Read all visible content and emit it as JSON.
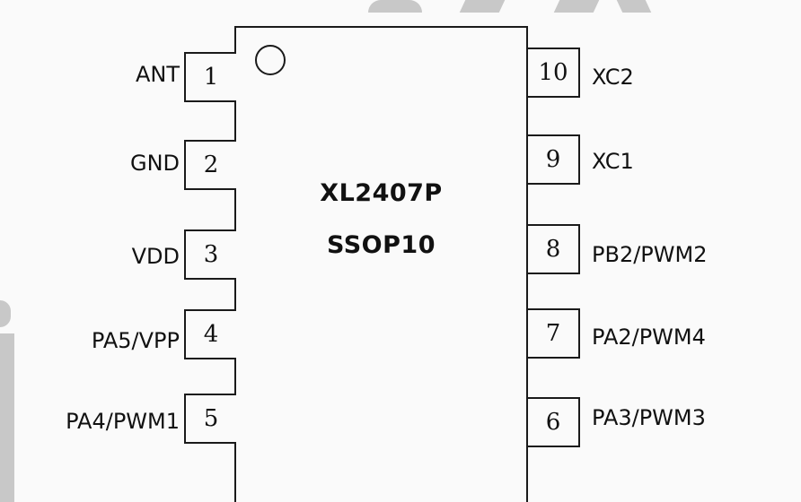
{
  "chip": {
    "part_number": "XL2407P",
    "package": "SSOP10"
  },
  "pins": {
    "left": [
      {
        "number": "1",
        "name": "ANT"
      },
      {
        "number": "2",
        "name": "GND"
      },
      {
        "number": "3",
        "name": "VDD"
      },
      {
        "number": "4",
        "name": "PA5/VPP"
      },
      {
        "number": "5",
        "name": "PA4/PWM1"
      }
    ],
    "right": [
      {
        "number": "10",
        "name": "XC2"
      },
      {
        "number": "9",
        "name": "XC1"
      },
      {
        "number": "8",
        "name": "PB2/PWM2"
      },
      {
        "number": "7",
        "name": "PA2/PWM4"
      },
      {
        "number": "6",
        "name": "PA3/PWM3"
      }
    ]
  }
}
